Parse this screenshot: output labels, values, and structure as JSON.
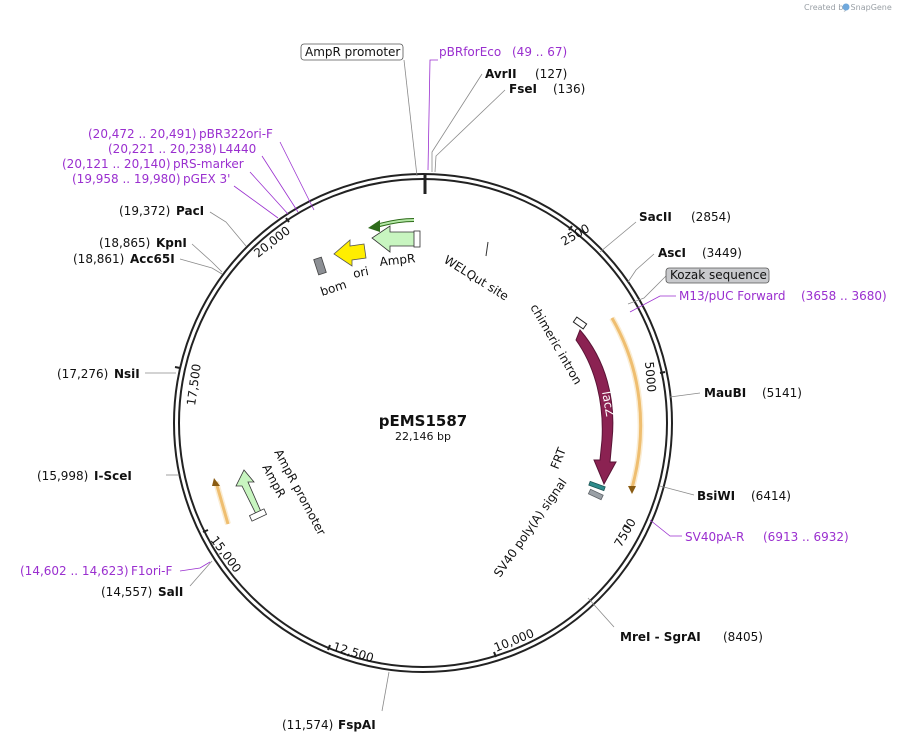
{
  "credit": "Created by SnapGene",
  "plasmid": {
    "name": "pEMS1587",
    "length": "22,146 bp"
  },
  "ruler": [
    "2500",
    "5000",
    "7500",
    "10,000",
    "12,500",
    "15,000",
    "17,500",
    "20,000"
  ],
  "top_features": {
    "ampr_promoter": "AmpR promoter",
    "kozak": "Kozak sequence"
  },
  "features": {
    "lacZ": "lacZ",
    "chimeric_intron": "chimeric intron",
    "frt": "FRT",
    "sv40_polya_signal": "SV40 poly(A) signal",
    "welqut_site": "WELQut site",
    "ampr_top": "AmpR",
    "ori": "ori",
    "bom": "bom",
    "ampr_bottom": "AmpR",
    "ampr_promoter_bottom": "AmpR promoter"
  },
  "sites": {
    "AvrII": {
      "name": "AvrII",
      "pos": "(127)"
    },
    "FseI": {
      "name": "FseI",
      "pos": "(136)"
    },
    "SacII": {
      "name": "SacII",
      "pos": "(2854)"
    },
    "AscI": {
      "name": "AscI",
      "pos": "(3449)"
    },
    "MauBI": {
      "name": "MauBI",
      "pos": "(5141)"
    },
    "BsiWI": {
      "name": "BsiWI",
      "pos": "(6414)"
    },
    "MreI_SgrAI": {
      "name": "MreI  -  SgrAI",
      "pos": "(8405)"
    },
    "FspAI": {
      "name": "FspAI",
      "pos": "(11,574)"
    },
    "SalI": {
      "name": "SalI",
      "pos": "(14,557)"
    },
    "I_SceI": {
      "name": "I-SceI",
      "pos": "(15,998)"
    },
    "NsiI": {
      "name": "NsiI",
      "pos": "(17,276)"
    },
    "KpnI": {
      "name": "KpnI",
      "pos": "(18,865)"
    },
    "Acc65I": {
      "name": "Acc65I",
      "pos": "(18,861)"
    },
    "PacI": {
      "name": "PacI",
      "pos": "(19,372)"
    }
  },
  "primers": {
    "pBRforEco": {
      "name": "pBRforEco",
      "range": "(49 .. 67)"
    },
    "M13": {
      "name": "M13/pUC Forward",
      "range": "(3658 .. 3680)"
    },
    "SV40pAR": {
      "name": "SV40pA-R",
      "range": "(6913 .. 6932)"
    },
    "F1oriF": {
      "name": "F1ori-F",
      "range": "(14,602 .. 14,623)"
    },
    "pBR322oriF": {
      "name": "pBR322ori-F",
      "range": "(20,472 .. 20,491)"
    },
    "L4440": {
      "name": "L4440",
      "range": "(20,221 .. 20,238)"
    },
    "pRSmarker": {
      "name": "pRS-marker",
      "range": "(20,121 .. 20,140)"
    },
    "pGEX3": {
      "name": "pGEX 3'",
      "range": "(19,958 .. 19,980)"
    }
  },
  "colors": {
    "primer": "#9a2fcf",
    "lacZ": "#8b2252",
    "ori": "#ffee00",
    "ampr": "#c8f5c0",
    "orange_feature": "#e8a33a"
  }
}
